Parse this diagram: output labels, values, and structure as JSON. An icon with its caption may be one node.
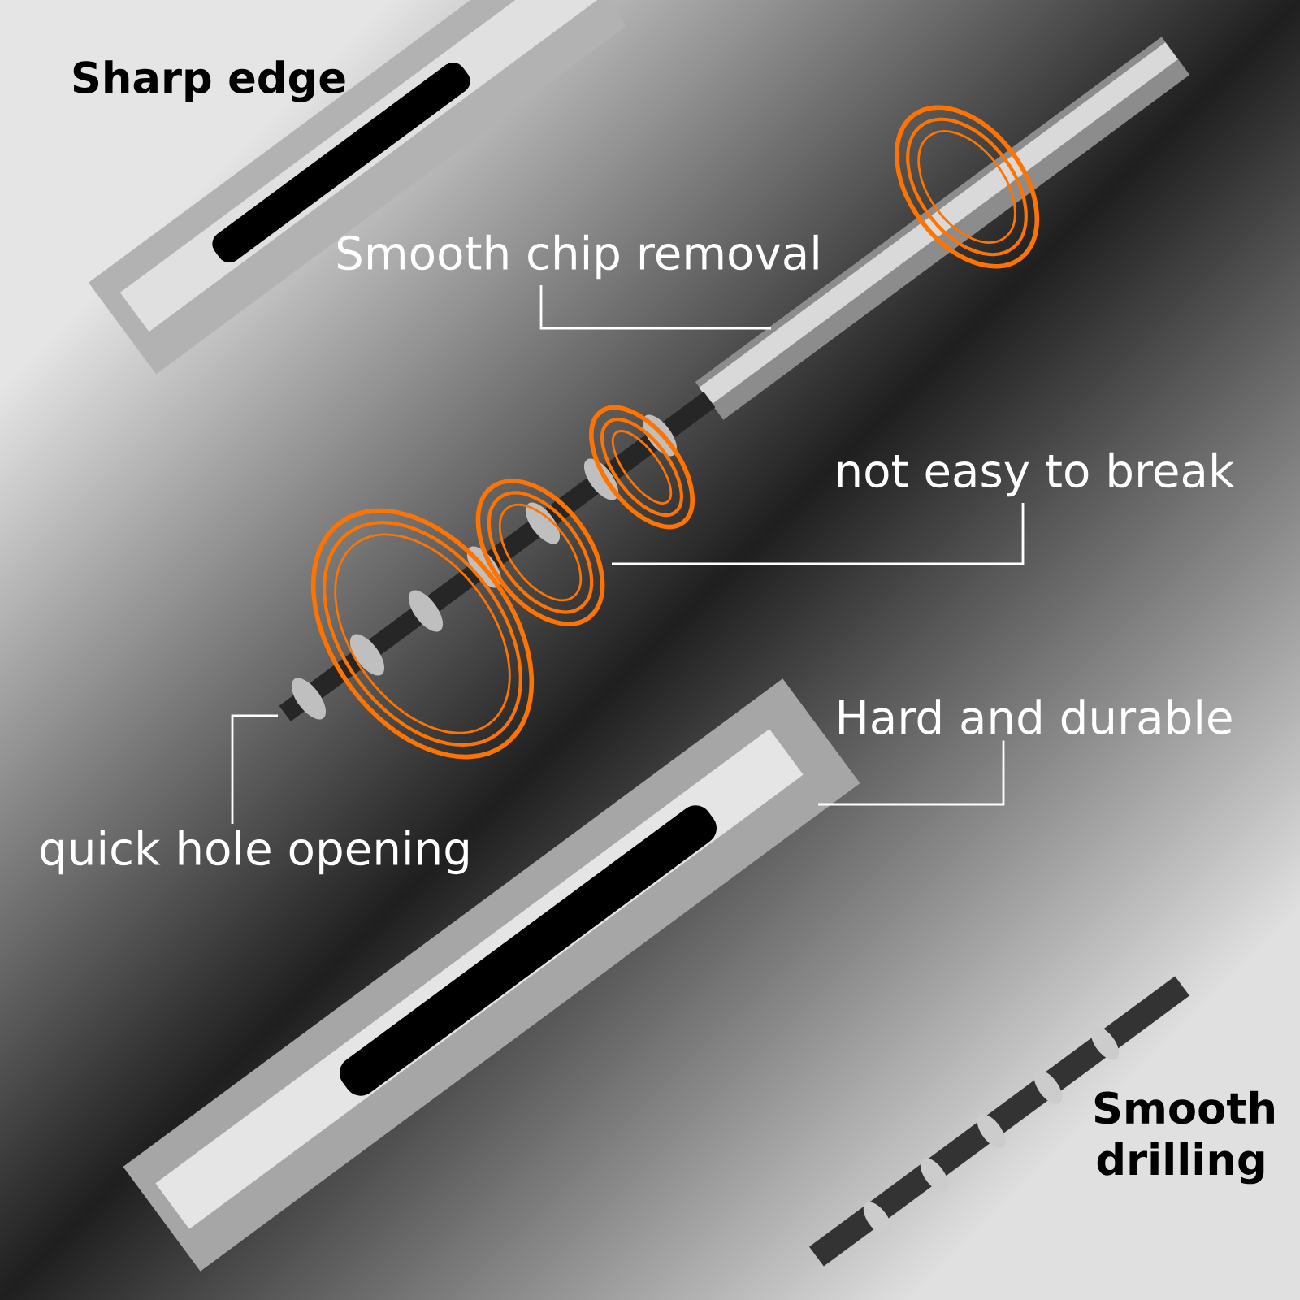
{
  "diagram": {
    "nodes": [
      {
        "text": [
          "Smooth chip removal"
        ]
      },
      {
        "text": [
          "not easy to break"
        ]
      },
      {
        "text": [
          "Hard and durable"
        ]
      },
      {
        "text": [
          "quick hole opening"
        ]
      }
    ],
    "edges": [
      {
        "from": 0,
        "to": null,
        "arrow": "none"
      },
      {
        "from": 1,
        "to": null,
        "arrow": "none"
      },
      {
        "from": 2,
        "to": null,
        "arrow": "none"
      },
      {
        "from": 3,
        "to": null,
        "arrow": "none"
      }
    ],
    "labels": [
      "Sharp edge",
      "Smooth drilling"
    ]
  }
}
